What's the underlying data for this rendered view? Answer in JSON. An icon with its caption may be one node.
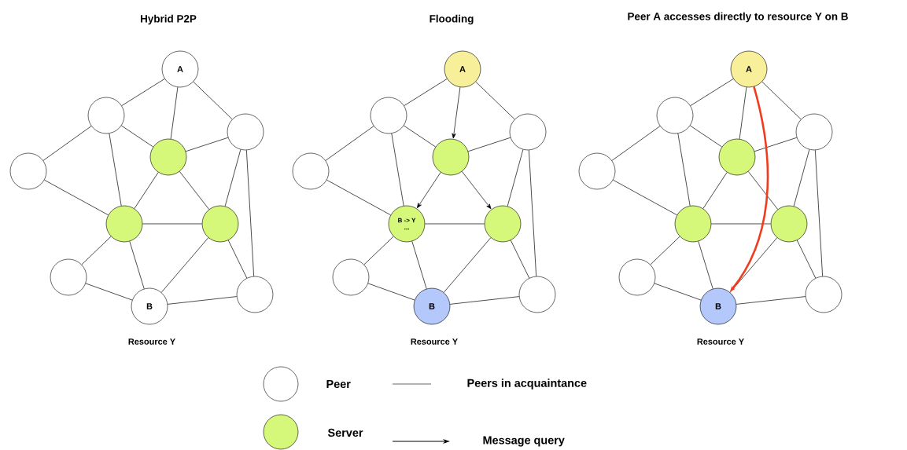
{
  "diagram": {
    "nodes": [
      {
        "text": [
          "A"
        ]
      },
      {
        "text": [],
        "shape": "circle"
      },
      {
        "text": [],
        "shape": "circle"
      },
      {
        "text": [],
        "shape": "circle"
      },
      {
        "text": [],
        "shape": "circle"
      },
      {
        "text": [],
        "shape": "circle"
      },
      {
        "text": [],
        "shape": "circle"
      },
      {
        "text": [],
        "shape": "circle"
      },
      {
        "text": [
          "B"
        ],
        "beside": [
          "Resource Y"
        ]
      },
      {
        "text": [],
        "shape": "circle"
      },
      {
        "text": [
          "A"
        ]
      },
      {
        "text": [],
        "shape": "circle"
      },
      {
        "text": [],
        "shape": "circle"
      },
      {
        "text": [],
        "shape": "circle"
      },
      {
        "text": [],
        "shape": "circle"
      },
      {
        "text": [
          "B -> Y",
          "..."
        ]
      },
      {
        "text": [],
        "shape": "circle"
      },
      {
        "text": [],
        "shape": "circle"
      },
      {
        "text": [
          "B"
        ],
        "beside": [
          "Resource Y"
        ]
      },
      {
        "text": [],
        "shape": "circle"
      },
      {
        "text": [
          "A"
        ]
      },
      {
        "text": [],
        "shape": "circle"
      },
      {
        "text": [],
        "shape": "circle"
      },
      {
        "text": [],
        "shape": "circle"
      },
      {
        "text": [],
        "shape": "circle"
      },
      {
        "text": [],
        "shape": "circle"
      },
      {
        "text": [],
        "shape": "circle"
      },
      {
        "text": [],
        "shape": "circle"
      },
      {
        "text": [
          "B"
        ],
        "beside": [
          "Resource Y"
        ]
      },
      {
        "text": [],
        "shape": "circle"
      }
    ],
    "edges": [
      {
        "from": 0,
        "to": 1,
        "arrow": "none"
      },
      {
        "from": 0,
        "to": 4,
        "arrow": "none"
      },
      {
        "from": 0,
        "to": 2,
        "arrow": "none"
      },
      {
        "from": 1,
        "to": 3,
        "arrow": "none"
      },
      {
        "from": 1,
        "to": 4,
        "arrow": "none"
      },
      {
        "from": 1,
        "to": 5,
        "arrow": "none"
      },
      {
        "from": 3,
        "to": 5,
        "arrow": "none"
      },
      {
        "from": 4,
        "to": 2,
        "arrow": "none"
      },
      {
        "from": 4,
        "to": 5,
        "arrow": "none"
      },
      {
        "from": 4,
        "to": 6,
        "arrow": "none"
      },
      {
        "from": 2,
        "to": 6,
        "arrow": "none"
      },
      {
        "from": 2,
        "to": 9,
        "arrow": "none"
      },
      {
        "from": 5,
        "to": 6,
        "arrow": "none"
      },
      {
        "from": 5,
        "to": 7,
        "arrow": "none"
      },
      {
        "from": 5,
        "to": 8,
        "arrow": "none"
      },
      {
        "from": 6,
        "to": 8,
        "arrow": "none"
      },
      {
        "from": 6,
        "to": 9,
        "arrow": "none"
      },
      {
        "from": 7,
        "to": 8,
        "arrow": "none"
      },
      {
        "from": 8,
        "to": 9,
        "arrow": "none"
      },
      {
        "from": 10,
        "to": 11,
        "arrow": "none"
      },
      {
        "from": 10,
        "to": 14,
        "arrow": "to"
      },
      {
        "from": 10,
        "to": 12,
        "arrow": "none"
      },
      {
        "from": 11,
        "to": 13,
        "arrow": "none"
      },
      {
        "from": 11,
        "to": 14,
        "arrow": "none"
      },
      {
        "from": 11,
        "to": 15,
        "arrow": "none"
      },
      {
        "from": 13,
        "to": 15,
        "arrow": "none"
      },
      {
        "from": 14,
        "to": 12,
        "arrow": "none"
      },
      {
        "from": 14,
        "to": 15,
        "arrow": "to"
      },
      {
        "from": 14,
        "to": 16,
        "arrow": "to"
      },
      {
        "from": 12,
        "to": 16,
        "arrow": "none"
      },
      {
        "from": 12,
        "to": 19,
        "arrow": "none"
      },
      {
        "from": 15,
        "to": 16,
        "arrow": "none"
      },
      {
        "from": 15,
        "to": 17,
        "arrow": "none"
      },
      {
        "from": 15,
        "to": 18,
        "arrow": "none"
      },
      {
        "from": 16,
        "to": 18,
        "arrow": "none"
      },
      {
        "from": 16,
        "to": 19,
        "arrow": "none"
      },
      {
        "from": 17,
        "to": 18,
        "arrow": "none"
      },
      {
        "from": 18,
        "to": 19,
        "arrow": "none"
      },
      {
        "from": 20,
        "to": 21,
        "arrow": "none"
      },
      {
        "from": 20,
        "to": 24,
        "arrow": "none"
      },
      {
        "from": 20,
        "to": 22,
        "arrow": "none"
      },
      {
        "from": 21,
        "to": 23,
        "arrow": "none"
      },
      {
        "from": 21,
        "to": 24,
        "arrow": "none"
      },
      {
        "from": 21,
        "to": 25,
        "arrow": "none"
      },
      {
        "from": 23,
        "to": 25,
        "arrow": "none"
      },
      {
        "from": 24,
        "to": 22,
        "arrow": "none"
      },
      {
        "from": 24,
        "to": 25,
        "arrow": "none"
      },
      {
        "from": 24,
        "to": 26,
        "arrow": "none"
      },
      {
        "from": 22,
        "to": 26,
        "arrow": "none"
      },
      {
        "from": 22,
        "to": 29,
        "arrow": "none"
      },
      {
        "from": 25,
        "to": 26,
        "arrow": "none"
      },
      {
        "from": 25,
        "to": 27,
        "arrow": "none"
      },
      {
        "from": 25,
        "to": 28,
        "arrow": "none"
      },
      {
        "from": 26,
        "to": 28,
        "arrow": "none"
      },
      {
        "from": 26,
        "to": 29,
        "arrow": "none"
      },
      {
        "from": 27,
        "to": 28,
        "arrow": "none"
      },
      {
        "from": 28,
        "to": 29,
        "arrow": "none"
      },
      {
        "from": 20,
        "to": 28,
        "arrow": "to",
        "style": "thick",
        "color": "#f03c1e"
      }
    ],
    "labels": [
      "Hybrid P2P",
      "Flooding",
      "Peer A accesses directly to resource Y on B"
    ],
    "legend": [
      {
        "text": "Peer"
      },
      {
        "text": "Peers in acquaintance"
      },
      {
        "text": "Server",
        "color": "#d6f87a"
      },
      {
        "text": "Message query"
      }
    ]
  }
}
